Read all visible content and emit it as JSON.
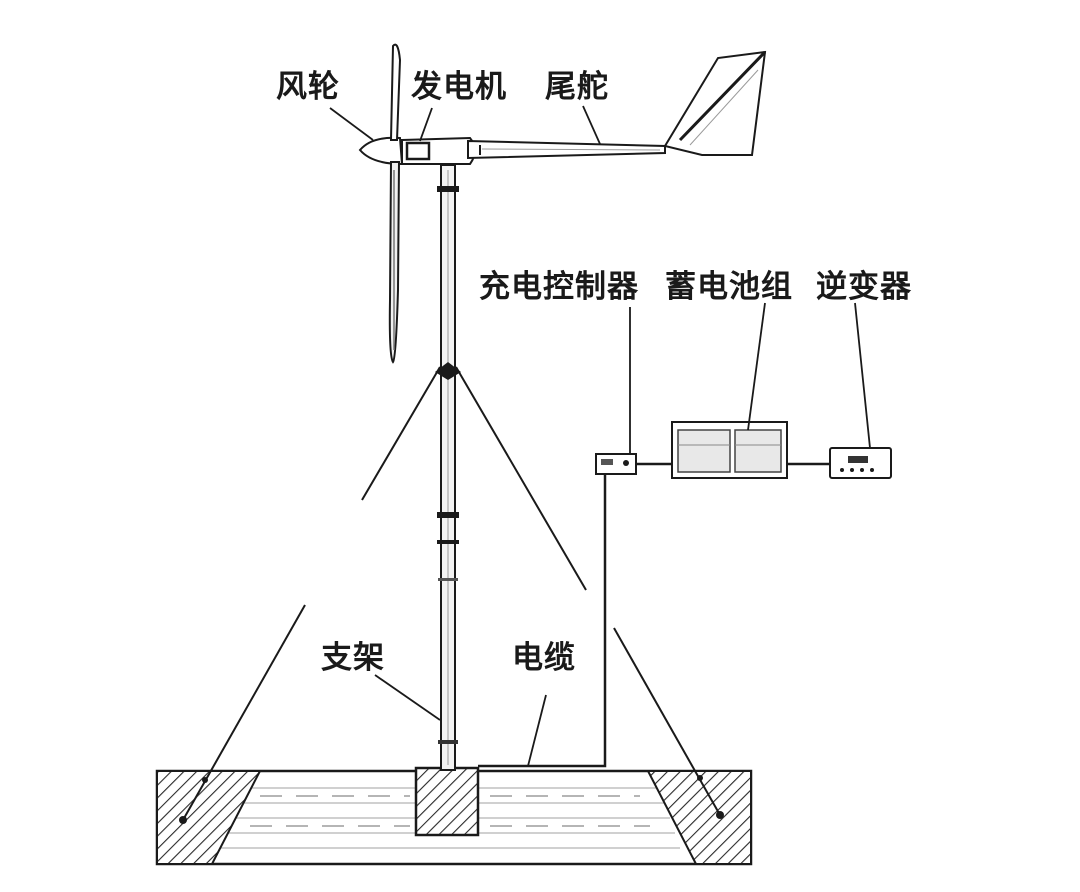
{
  "labels": {
    "rotor": "风轮",
    "generator": "发电机",
    "tail_vane": "尾舵",
    "charge_controller": "充电控制器",
    "battery_bank": "蓄电池组",
    "inverter": "逆变器",
    "support": "支架",
    "cable": "电缆"
  },
  "colors": {
    "ink": "#1a1a1a",
    "light_line": "#9a9a9a",
    "fill_light": "#f3f3f3"
  }
}
